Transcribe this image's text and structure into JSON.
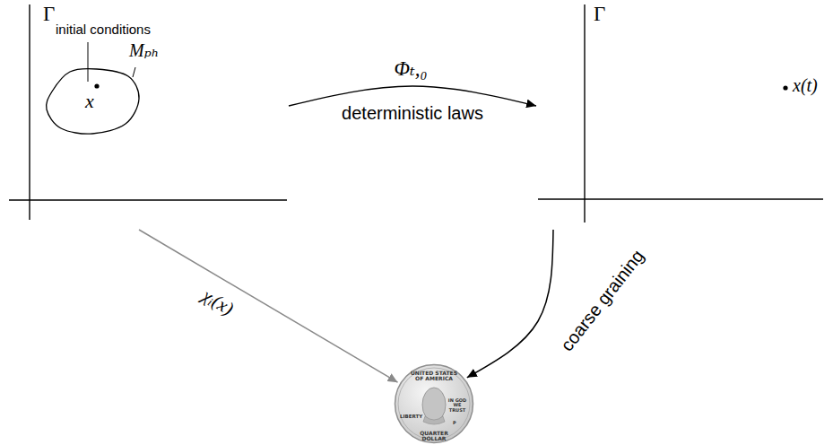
{
  "diagram": {
    "nodes": [
      {
        "text": [
          "Γ"
        ]
      },
      {
        "text": [
          "x",
          "Mₚₕ"
        ],
        "in": 0
      },
      {
        "text": [
          "Γ",
          "x(t)"
        ]
      },
      {
        "text": [
          "UNITED STATES OF AMERICA",
          "LIBERTY",
          "IN GOD WE TRUST",
          "QUARTER DOLLAR",
          "P"
        ]
      }
    ],
    "edges": [
      {
        "from": 0,
        "to": 2,
        "arrow": "to",
        "label": "Φₜ,₀"
      },
      {
        "from": 0,
        "to": 3,
        "arrow": "to",
        "label": "χᵢ(x)"
      },
      {
        "from": 2,
        "to": 3,
        "arrow": "to",
        "label": "coarse graining"
      }
    ],
    "labels": [
      "initial conditions",
      "deterministic laws"
    ]
  }
}
